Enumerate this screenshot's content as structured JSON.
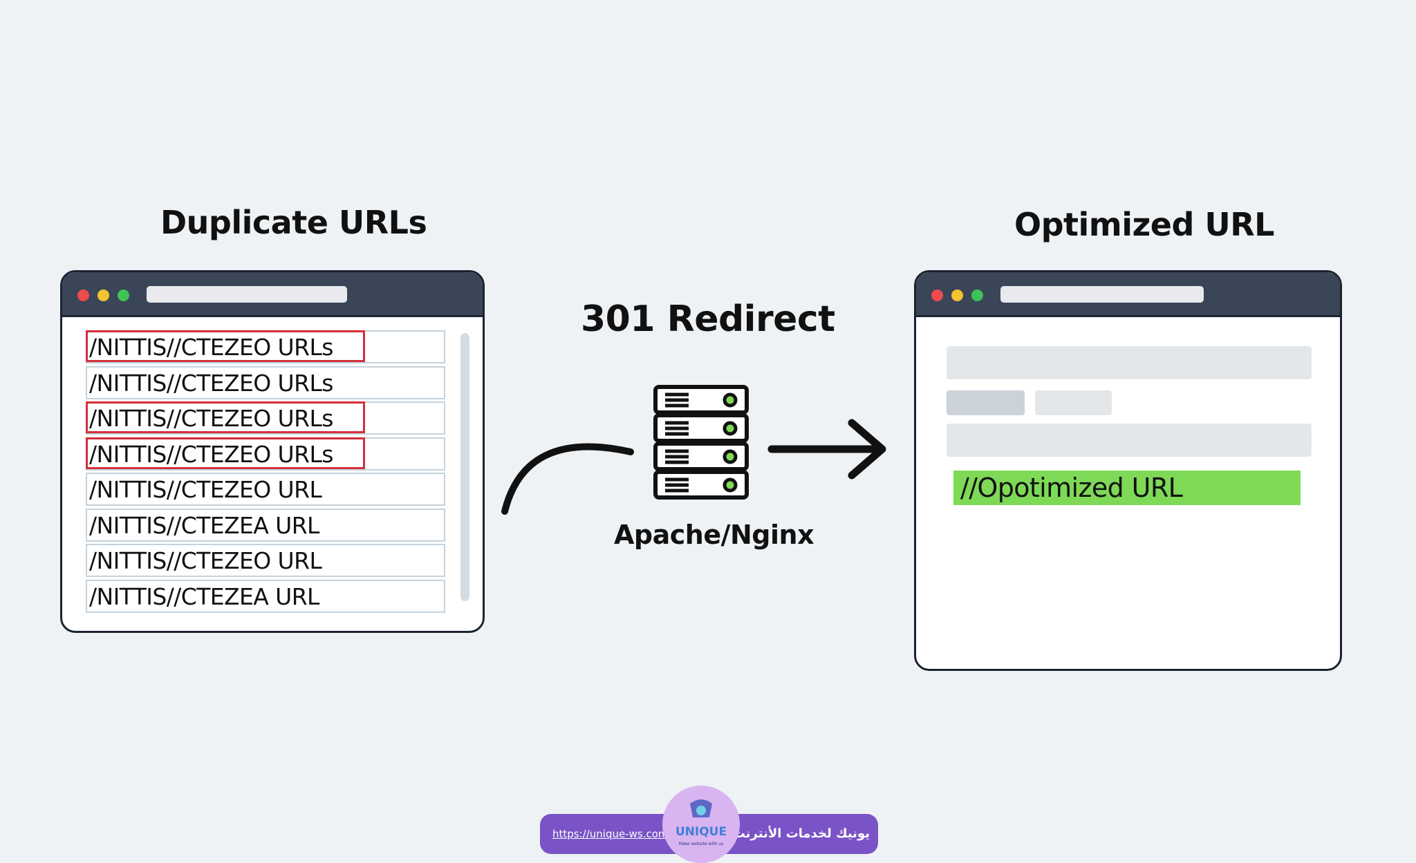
{
  "headings": {
    "duplicate": "Duplicate URLs",
    "redirect": "301 Redirect",
    "optimized": "Optimized URL"
  },
  "server_label": "Apache/Nginx",
  "duplicate_urls": [
    {
      "text": "/NITTIS//CTEZEO URLs",
      "duplicate": true
    },
    {
      "text": "/NITTIS//CTEZEO URLs",
      "duplicate": false
    },
    {
      "text": "/NITTIS//CTEZEO URLs",
      "duplicate": true
    },
    {
      "text": "/NITTIS//CTEZEO URLs",
      "duplicate": true
    },
    {
      "text": "/NITTIS//CTEZEO URL",
      "duplicate": false
    },
    {
      "text": "/NITTIS//CTEZEA URL",
      "duplicate": false
    },
    {
      "text": "/NITTIS//CTEZEO URL",
      "duplicate": false
    },
    {
      "text": "/NITTIS//CTEZEA URL",
      "duplicate": false
    }
  ],
  "optimized_url": "//Opotimized URL",
  "footer": {
    "link": "https://unique-ws.com",
    "brand": "يونيك لخدمات الأنترنت",
    "logo_text": "UNIQUE",
    "logo_tagline": "Make website with us"
  },
  "colors": {
    "duplicate_highlight": "#d32f3a",
    "optimized_highlight": "#7ed957",
    "titlebar": "#3a4558",
    "footer": "#7a53c6"
  }
}
